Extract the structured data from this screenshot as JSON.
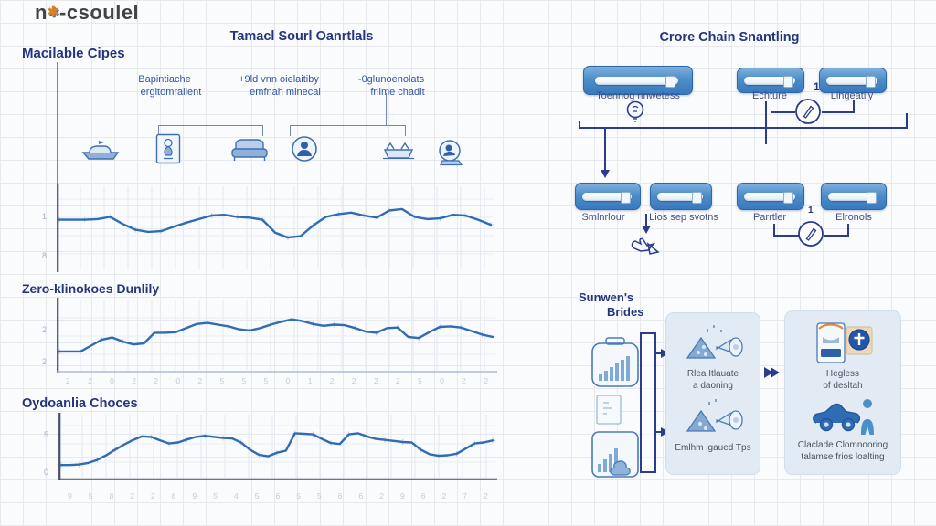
{
  "logo": {
    "prefix": "n",
    "mark": "✱",
    "suffix": "-csoulel"
  },
  "left": {
    "title": "Tamacl Sourl Oanrtlals",
    "heading1": "Macilable Cipes",
    "col_labels": [
      {
        "line1": "Bapintiache",
        "line2": "ergltomrailent"
      },
      {
        "line1": "+9ld vnn oielaitiby",
        "line2": "emfnah minecal"
      },
      {
        "line1": "-0glunoenolats",
        "line2": "frilme chadit"
      }
    ],
    "icon_names": [
      "boat-icon",
      "framed-trophy-icon",
      "sofa-icon",
      "person-circle-icon",
      "dish-icon",
      "person-desk-icon"
    ],
    "heading2": "Zero-klinokoes Dunlily",
    "heading3": "Oydoanlia Choces"
  },
  "right": {
    "title": "Crore Chain Snantling",
    "sliders_row1": [
      {
        "label": "Toenriog rinwetess"
      },
      {
        "label": "Echture"
      },
      {
        "label": "Lihgeatliy"
      }
    ],
    "annot1": "1",
    "sliders_row2": [
      {
        "label": "Smlnrlour"
      },
      {
        "label": "Lios sep svotns"
      },
      {
        "label": "Parrtler"
      },
      {
        "label": "Elronols"
      }
    ],
    "annot2": "1",
    "flow_heading_line1": "Sunwen's",
    "flow_heading_line2": "Brides",
    "box1": {
      "item1_line1": "Rlea Itlauate",
      "item1_line2": "a daoning",
      "item2": "Emlhm igaued Tps"
    },
    "box2": {
      "item1_line1": "Hegless",
      "item1_line2": "of desltah",
      "item2_line1": "Claclade Clomnooring",
      "item2_line2": "talamse frios loalting"
    }
  },
  "colors": {
    "accent_blue": "#2f6cb3",
    "navy": "#24357e",
    "slider_blue": "#4d8ec9",
    "box_bg": "#e2ebf3"
  },
  "chart_data": [
    {
      "type": "line",
      "title": "Macilable Cipes",
      "values": [
        6.2,
        6.2,
        6.2,
        6.3,
        6.6,
        5.6,
        4.8,
        4.5,
        4.6,
        5.2,
        5.8,
        6.3,
        6.8,
        6.9,
        6.6,
        6.5,
        6.2,
        4.4,
        3.7,
        3.9,
        5.4,
        6.6,
        7.0,
        7.2,
        6.8,
        6.5,
        7.5,
        7.7,
        6.6,
        6.3,
        6.4,
        6.9,
        6.8,
        6.2,
        5.5
      ],
      "ylim": [
        0,
        10
      ],
      "yticks": [
        {
          "label": "1",
          "pos": 0.36
        },
        {
          "label": "8",
          "pos": 0.81
        }
      ],
      "xticks": [],
      "bottom_axis": "none"
    },
    {
      "type": "line",
      "title": "Zero-klinokoes Dunlily",
      "values": [
        2.2,
        2.2,
        2.2,
        3.2,
        4.2,
        4.6,
        3.9,
        3.4,
        3.6,
        5.4,
        5.4,
        5.5,
        6.2,
        6.9,
        7.1,
        6.8,
        6.5,
        6.0,
        5.8,
        6.2,
        6.8,
        7.3,
        7.7,
        7.4,
        6.9,
        6.6,
        6.8,
        6.7,
        6.2,
        5.6,
        5.4,
        6.2,
        6.3,
        4.7,
        4.5,
        5.5,
        6.4,
        6.5,
        6.3,
        5.7,
        5.1,
        4.7
      ],
      "ylim": [
        0,
        10
      ],
      "yticks": [
        {
          "label": "2",
          "pos": 0.43
        },
        {
          "label": "2",
          "pos": 0.85
        }
      ],
      "xticks": [
        "2",
        "2",
        "0",
        "2",
        "2",
        "0",
        "2",
        "5",
        "5",
        "5",
        "0",
        "1",
        "2",
        "2",
        "2",
        "2",
        "5",
        "0",
        "2",
        "2"
      ],
      "bottom_axis": "light"
    },
    {
      "type": "line",
      "title": "Oydoanlia Choces",
      "values": [
        1.4,
        1.4,
        1.5,
        1.8,
        2.4,
        3.3,
        4.4,
        5.4,
        6.3,
        7.0,
        6.9,
        6.2,
        5.6,
        5.8,
        6.4,
        6.9,
        7.1,
        6.9,
        6.7,
        6.6,
        5.8,
        4.4,
        3.4,
        3.1,
        3.8,
        4.2,
        7.6,
        7.5,
        7.4,
        6.5,
        5.7,
        5.5,
        7.4,
        7.6,
        7.0,
        6.5,
        6.3,
        6.1,
        5.9,
        5.8,
        4.4,
        3.5,
        3.2,
        3.3,
        3.6,
        4.6,
        5.6,
        5.8,
        6.2
      ],
      "ylim": [
        0,
        10
      ],
      "yticks": [
        {
          "label": "5",
          "pos": 0.33
        },
        {
          "label": "0",
          "pos": 0.88
        }
      ],
      "xticks": [
        "9",
        "5",
        "8",
        "2",
        "2",
        "8",
        "9",
        "5",
        "4",
        "5",
        "6",
        "5",
        "5",
        "6",
        "6",
        "2",
        "9",
        "6",
        "2",
        "7",
        "2"
      ],
      "bottom_axis": "dark"
    }
  ]
}
